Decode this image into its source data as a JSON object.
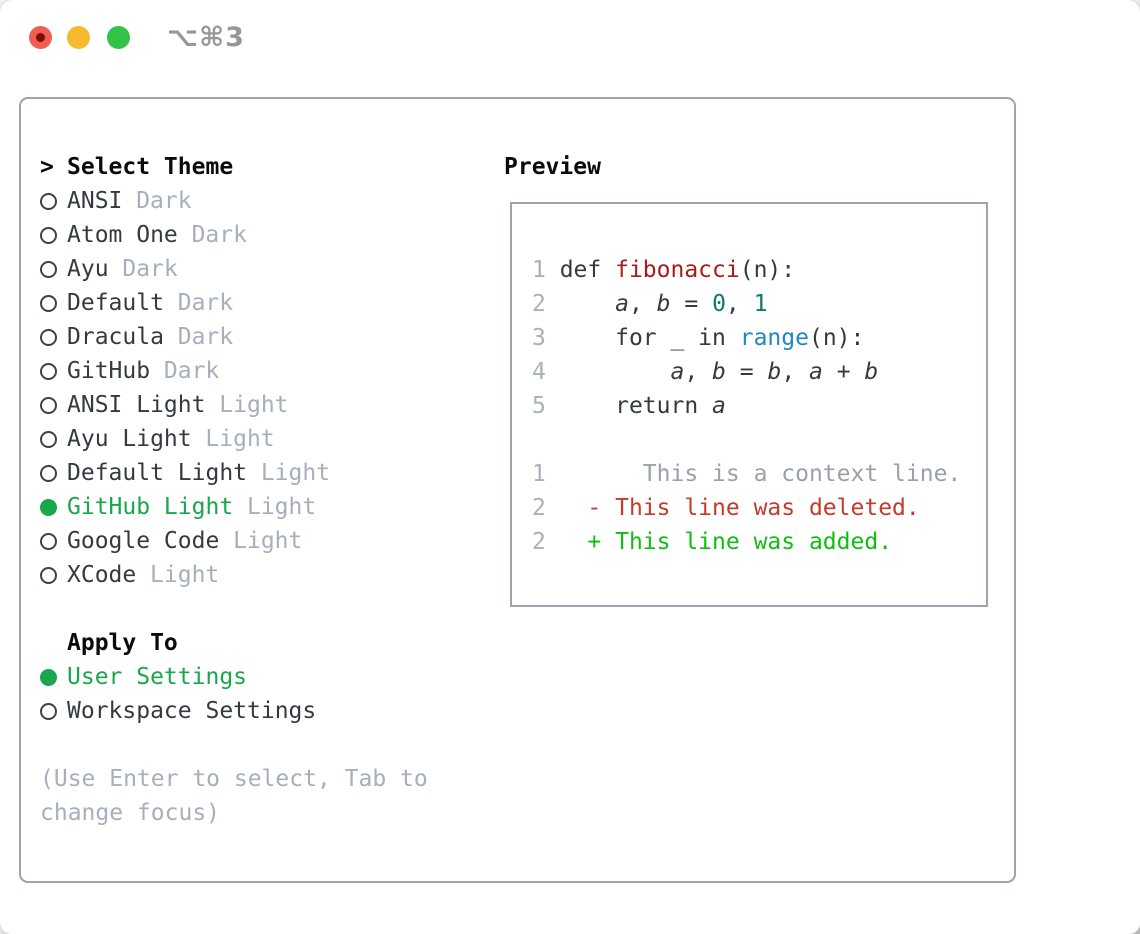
{
  "window": {
    "shortcut": "⌥⌘3",
    "traffic_lights": [
      "close",
      "minimize",
      "zoom"
    ]
  },
  "theme_list": {
    "prompt": ">",
    "title": "Select Theme",
    "themes": [
      {
        "name": "ANSI",
        "tag": "Dark",
        "selected": false
      },
      {
        "name": "Atom One",
        "tag": "Dark",
        "selected": false
      },
      {
        "name": "Ayu",
        "tag": "Dark",
        "selected": false
      },
      {
        "name": "Default",
        "tag": "Dark",
        "selected": false
      },
      {
        "name": "Dracula",
        "tag": "Dark",
        "selected": false
      },
      {
        "name": "GitHub",
        "tag": "Dark",
        "selected": false
      },
      {
        "name": "ANSI Light",
        "tag": "Light",
        "selected": false
      },
      {
        "name": "Ayu Light",
        "tag": "Light",
        "selected": false
      },
      {
        "name": "Default Light",
        "tag": "Light",
        "selected": false
      },
      {
        "name": "GitHub Light",
        "tag": "Light",
        "selected": true
      },
      {
        "name": "Google Code",
        "tag": "Light",
        "selected": false
      },
      {
        "name": "XCode",
        "tag": "Light",
        "selected": false
      }
    ]
  },
  "apply_to": {
    "title": "Apply To",
    "options": [
      {
        "name": "User Settings",
        "selected": true
      },
      {
        "name": "Workspace Settings",
        "selected": false
      }
    ]
  },
  "hint": {
    "line1": "(Use Enter to select, Tab to",
    "line2": "change focus)"
  },
  "preview": {
    "title": "Preview",
    "code_lines": [
      {
        "num": "1",
        "tokens": [
          {
            "t": "def ",
            "c": "p"
          },
          {
            "t": "fibonacci",
            "c": "fn"
          },
          {
            "t": "(n):",
            "c": "p"
          }
        ]
      },
      {
        "num": "2",
        "tokens": [
          {
            "t": "    ",
            "c": "p"
          },
          {
            "t": "a",
            "c": "v"
          },
          {
            "t": ", ",
            "c": "p"
          },
          {
            "t": "b",
            "c": "v"
          },
          {
            "t": " = ",
            "c": "p"
          },
          {
            "t": "0",
            "c": "num"
          },
          {
            "t": ", ",
            "c": "p"
          },
          {
            "t": "1",
            "c": "num"
          }
        ]
      },
      {
        "num": "3",
        "tokens": [
          {
            "t": "    for _ in ",
            "c": "p"
          },
          {
            "t": "range",
            "c": "bi"
          },
          {
            "t": "(n):",
            "c": "p"
          }
        ]
      },
      {
        "num": "4",
        "tokens": [
          {
            "t": "        ",
            "c": "p"
          },
          {
            "t": "a",
            "c": "v"
          },
          {
            "t": ", ",
            "c": "p"
          },
          {
            "t": "b",
            "c": "v"
          },
          {
            "t": " = ",
            "c": "p"
          },
          {
            "t": "b",
            "c": "v"
          },
          {
            "t": ", ",
            "c": "p"
          },
          {
            "t": "a",
            "c": "v"
          },
          {
            "t": " + ",
            "c": "p"
          },
          {
            "t": "b",
            "c": "v"
          }
        ]
      },
      {
        "num": "5",
        "tokens": [
          {
            "t": "    return ",
            "c": "p"
          },
          {
            "t": "a",
            "c": "v"
          }
        ]
      }
    ],
    "diff_lines": [
      {
        "num": "1",
        "tokens": [
          {
            "t": "      This is a context line.",
            "c": "ctx"
          }
        ]
      },
      {
        "num": "2",
        "tokens": [
          {
            "t": "  ",
            "c": "p"
          },
          {
            "t": "- This line was deleted.",
            "c": "del"
          }
        ]
      },
      {
        "num": "2",
        "tokens": [
          {
            "t": "  ",
            "c": "p"
          },
          {
            "t": "+ This line was added.",
            "c": "add"
          }
        ]
      }
    ]
  },
  "colors": {
    "selected_green": "#1aa64d",
    "diff_added_green": "#12bd12",
    "diff_deleted_red": "#c43b2a",
    "function_red": "#a91c1c",
    "number_teal": "#0d7a70",
    "builtin_blue": "#1f87c4",
    "muted_gray": "#a7afbc",
    "border_gray": "#9aa3ae",
    "text_dark": "#343a41",
    "traffic_red": "#f25d53",
    "traffic_yellow": "#f6ba2f",
    "traffic_green": "#34c148"
  }
}
